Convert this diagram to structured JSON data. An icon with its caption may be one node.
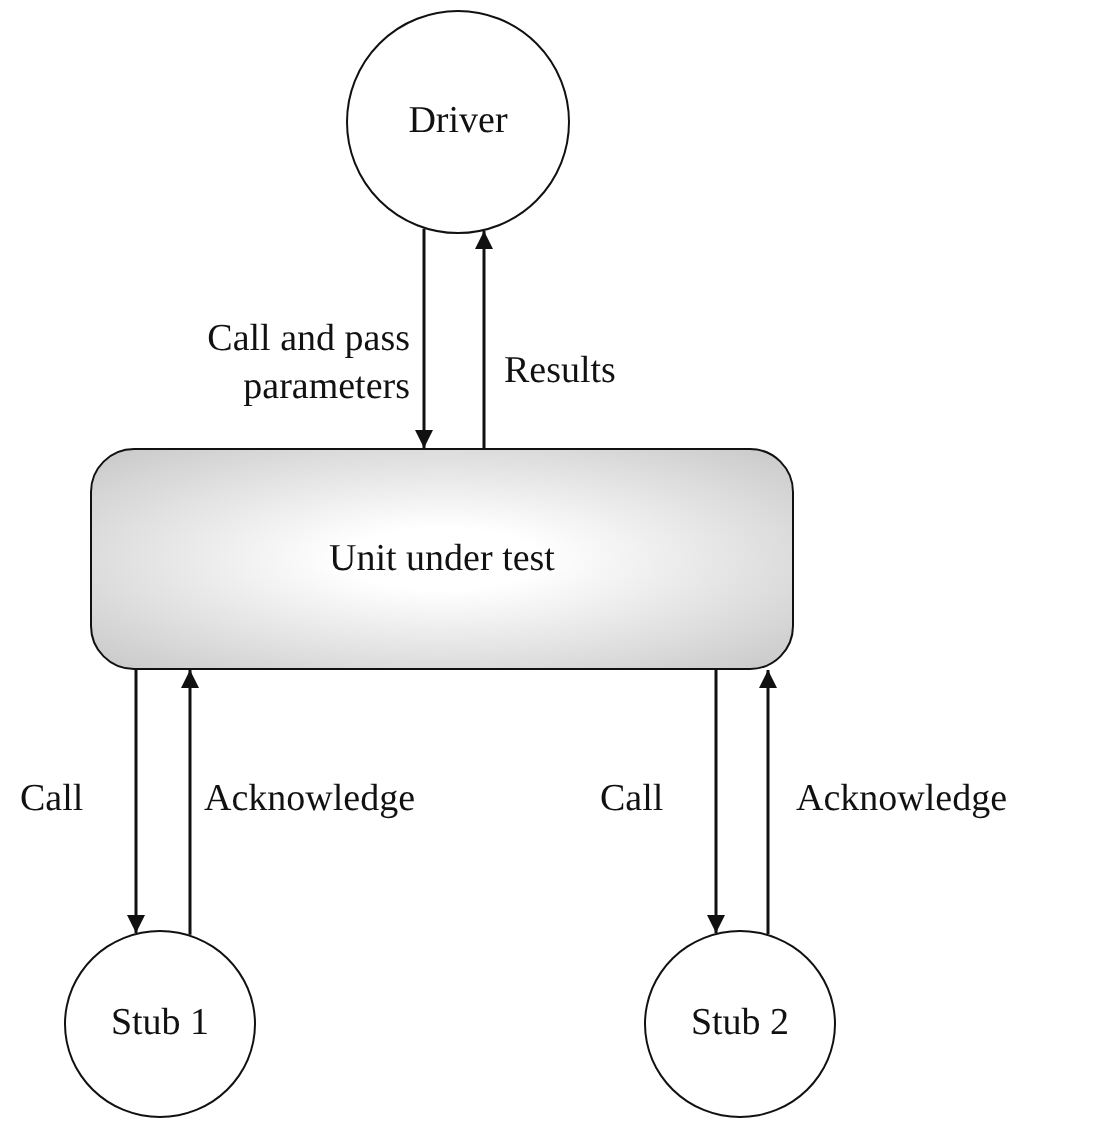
{
  "diagram": {
    "nodes": [
      {
        "text": [
          "Driver"
        ]
      },
      {
        "text": [
          "Unit under test"
        ]
      },
      {
        "text": [
          "Stub 1"
        ]
      },
      {
        "text": [
          "Stub 2"
        ]
      }
    ],
    "edges": [
      {
        "from": 0,
        "to": 1,
        "arrow": "to",
        "label": "Call and pass parameters"
      },
      {
        "from": 1,
        "to": 0,
        "arrow": "to",
        "label": "Results"
      },
      {
        "from": 1,
        "to": 2,
        "arrow": "to",
        "label": "Call"
      },
      {
        "from": 2,
        "to": 1,
        "arrow": "to",
        "label": "Acknowledge"
      },
      {
        "from": 1,
        "to": 3,
        "arrow": "to",
        "label": "Call"
      },
      {
        "from": 3,
        "to": 1,
        "arrow": "to",
        "label": "Acknowledge"
      }
    ]
  }
}
